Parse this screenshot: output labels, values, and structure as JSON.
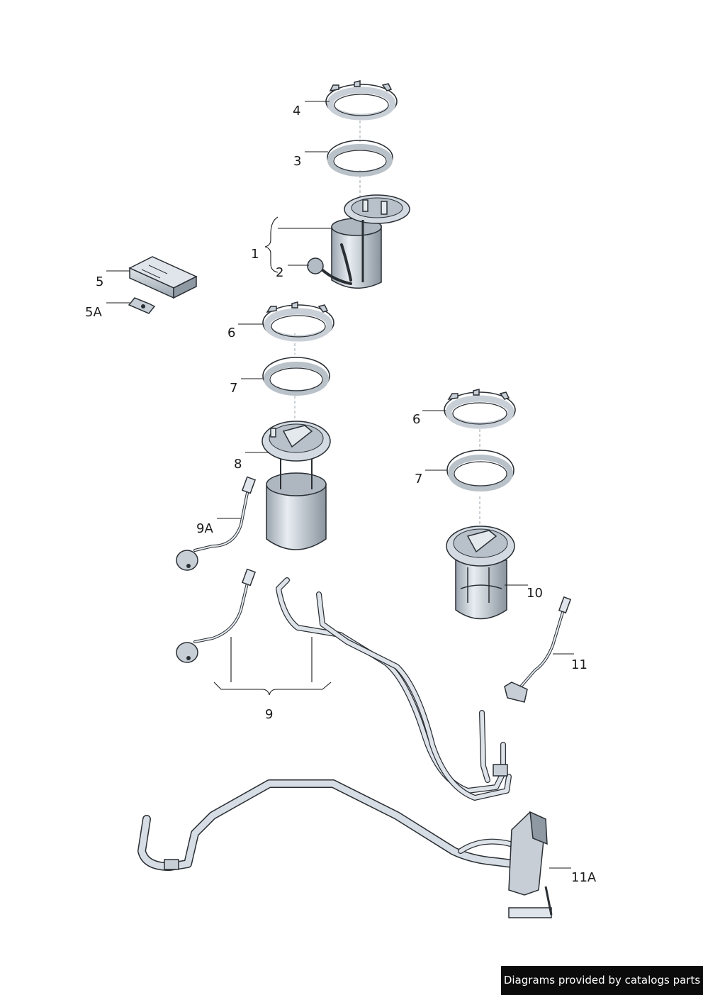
{
  "callouts": {
    "c1": "1",
    "c2": "2",
    "c3": "3",
    "c4": "4",
    "c5": "5",
    "c5A": "5A",
    "c6a": "6",
    "c7a": "7",
    "c8": "8",
    "c9A": "9A",
    "c6b": "6",
    "c7b": "7",
    "c10": "10",
    "c9": "9",
    "c11": "11",
    "c11A": "11A"
  },
  "credit": {
    "text": "Diagrams provided by catalogs parts"
  },
  "colors": {
    "part_fill": "#c7ced6",
    "part_dark": "#8f99a3",
    "outline": "#2a2f34",
    "credit_bg": "#0b0b0b"
  }
}
